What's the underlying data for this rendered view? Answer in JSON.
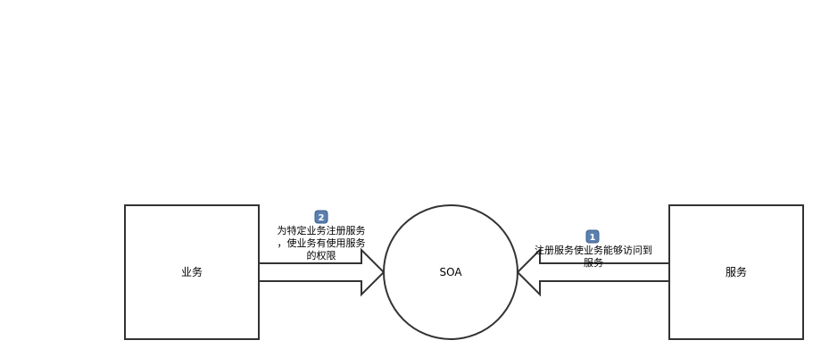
{
  "nodes": {
    "business": {
      "label": "业务"
    },
    "soa": {
      "label": "SOA"
    },
    "service": {
      "label": "服务"
    }
  },
  "edges": {
    "left": {
      "badge": "2",
      "lines": [
        "为特定业务注册服务",
        "，使业务有使用服务",
        "的权限"
      ]
    },
    "right": {
      "badge": "1",
      "lines": [
        "注册服务使业务能够访问到",
        "服务"
      ]
    }
  },
  "colors": {
    "stroke": "#333333",
    "badge_bg": "#5b7fae"
  }
}
